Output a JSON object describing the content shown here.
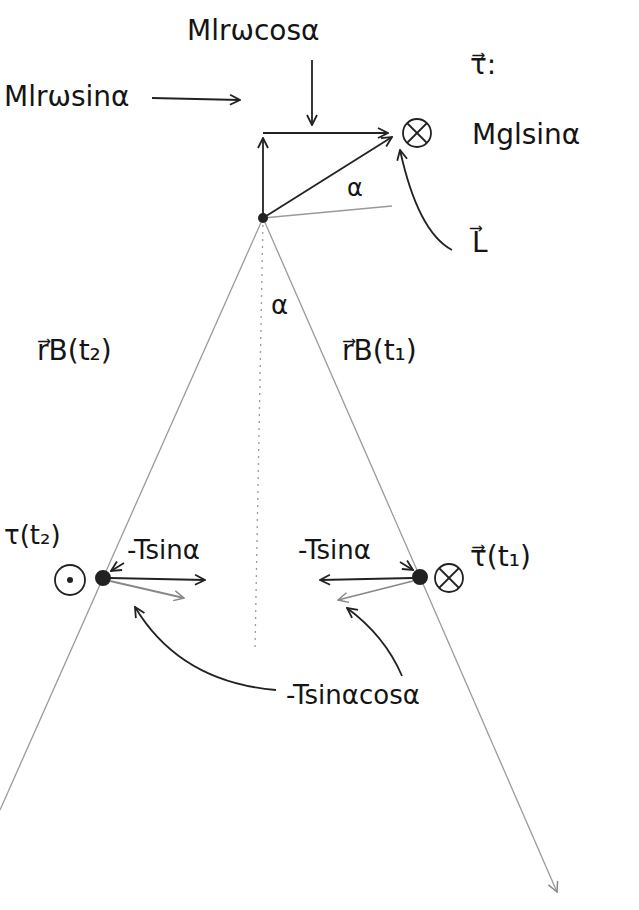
{
  "diagram": {
    "labels": [
      "Mlrωcosα",
      "Mlrωsinα",
      "τ⃗:",
      "Mglsinα",
      "L⃗",
      "α",
      "α",
      "r⃗B(t₂)",
      "r⃗B(t₁)",
      "τ(t₂)",
      "-Tsinα",
      "-Tsinα",
      "τ⃗(t₁)",
      "-Tsinαcosα"
    ]
  }
}
